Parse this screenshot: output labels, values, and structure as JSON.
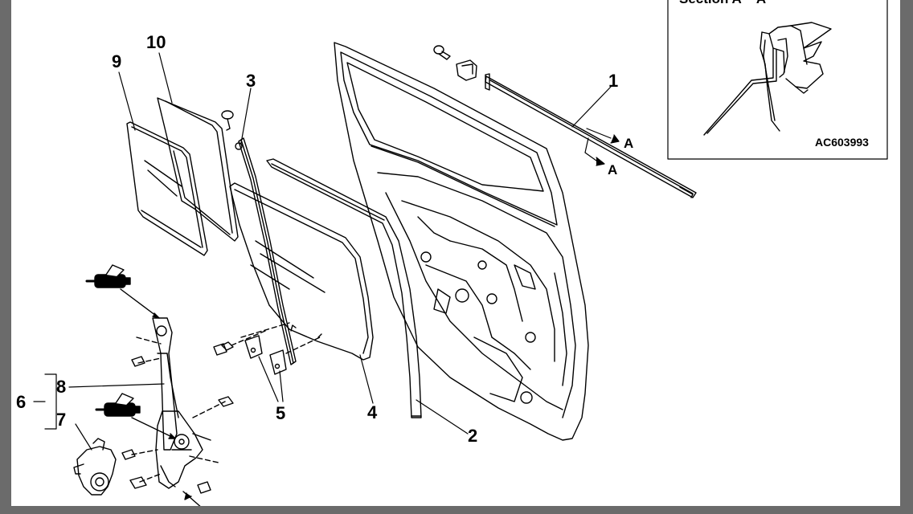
{
  "diagram": {
    "inset": {
      "section_title": "Section A − A",
      "figure_code": "AC603993"
    },
    "section_marks": [
      "A",
      "A"
    ],
    "callouts": [
      "1",
      "2",
      "3",
      "4",
      "5",
      "6",
      "7",
      "8",
      "9",
      "10"
    ],
    "parts": [
      {
        "id": "1",
        "name": "door-belt-molding"
      },
      {
        "id": "2",
        "name": "glass-run-channel"
      },
      {
        "id": "3",
        "name": "center-sash"
      },
      {
        "id": "4",
        "name": "door-window-glass"
      },
      {
        "id": "5",
        "name": "glass-holder-brackets"
      },
      {
        "id": "6",
        "name": "regulator-and-motor-assembly"
      },
      {
        "id": "7",
        "name": "window-regulator-motor"
      },
      {
        "id": "8",
        "name": "window-regulator"
      },
      {
        "id": "9",
        "name": "quarter-window-glass"
      },
      {
        "id": "10",
        "name": "quarter-window-weatherstrip"
      }
    ],
    "icons": [
      "grease-gun-icon",
      "grease-gun-icon"
    ]
  }
}
